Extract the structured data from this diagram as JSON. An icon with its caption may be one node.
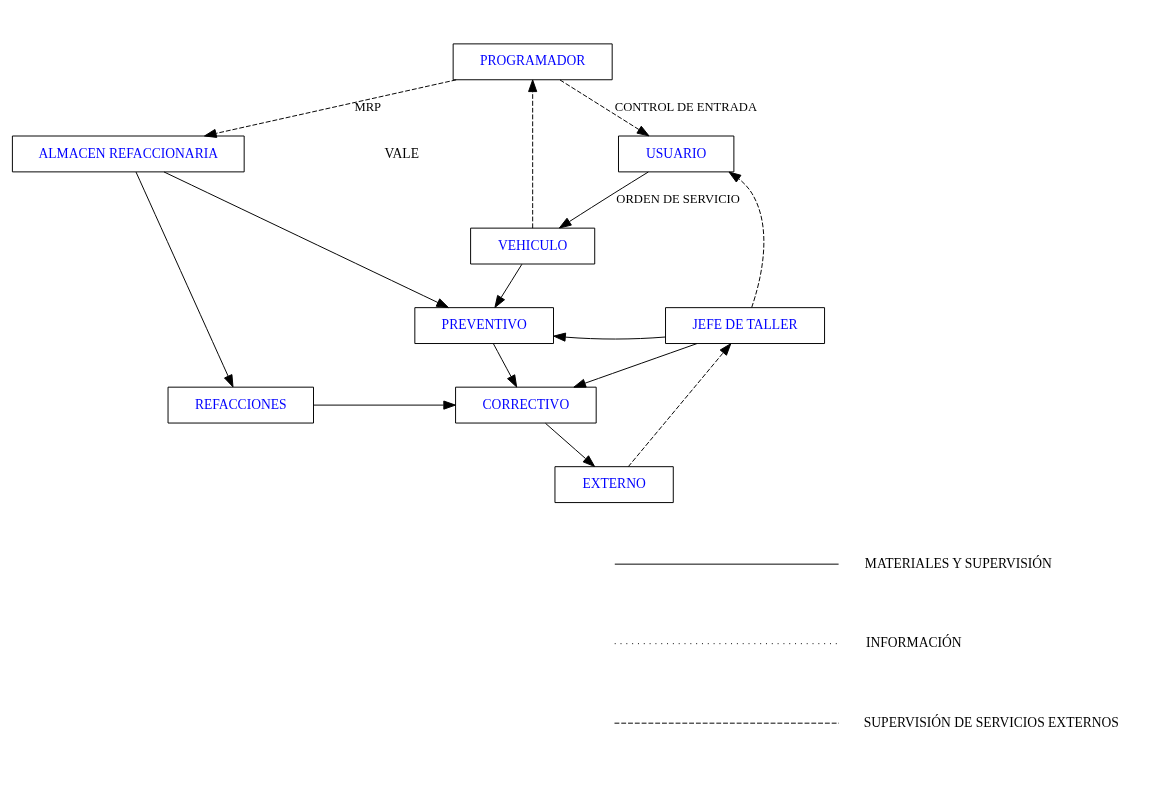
{
  "diagram": {
    "nodes": [
      {
        "text": [
          "PROGRAMADOR"
        ]
      },
      {
        "text": [
          "ALMACEN REFACCIONARIA"
        ]
      },
      {
        "text": [
          "USUARIO"
        ]
      },
      {
        "text": [
          "VEHICULO"
        ]
      },
      {
        "text": [
          "PREVENTIVO"
        ]
      },
      {
        "text": [
          "JEFE DE TALLER"
        ]
      },
      {
        "text": [
          "REFACCIONES"
        ]
      },
      {
        "text": [
          "CORRECTIVO"
        ]
      },
      {
        "text": [
          "EXTERNO"
        ]
      }
    ],
    "edges": [
      {
        "from": 0,
        "to": 1,
        "arrow": "to",
        "label": "MRP",
        "style": "dashed"
      },
      {
        "from": 0,
        "to": 2,
        "arrow": "to",
        "label": "CONTROL DE ENTRADA",
        "style": "dashed"
      },
      {
        "from": 3,
        "to": 0,
        "arrow": "to",
        "style": "dashed"
      },
      {
        "from": 2,
        "to": 3,
        "arrow": "to",
        "label": "ORDEN DE SERVICIO"
      },
      {
        "from": 3,
        "to": 4,
        "arrow": "to"
      },
      {
        "from": 1,
        "to": 4,
        "arrow": "to"
      },
      {
        "from": 1,
        "to": 6,
        "arrow": "to"
      },
      {
        "from": 5,
        "to": 4,
        "arrow": "to"
      },
      {
        "from": 5,
        "to": 2,
        "arrow": "to",
        "style": "dashed"
      },
      {
        "from": 4,
        "to": 7,
        "arrow": "to"
      },
      {
        "from": 6,
        "to": 7,
        "arrow": "to"
      },
      {
        "from": 5,
        "to": 7,
        "arrow": "to"
      },
      {
        "from": 7,
        "to": 8,
        "arrow": "to"
      },
      {
        "from": 8,
        "to": 5,
        "arrow": "to",
        "style": "dashed"
      }
    ],
    "labels": [
      "VALE"
    ],
    "legend": [
      {
        "text": "MATERIALES Y SUPERVISIÓN"
      },
      {
        "text": "INFORMACIÓN"
      },
      {
        "text": "SUPERVISIÓN DE SERVICIOS EXTERNOS"
      }
    ]
  }
}
